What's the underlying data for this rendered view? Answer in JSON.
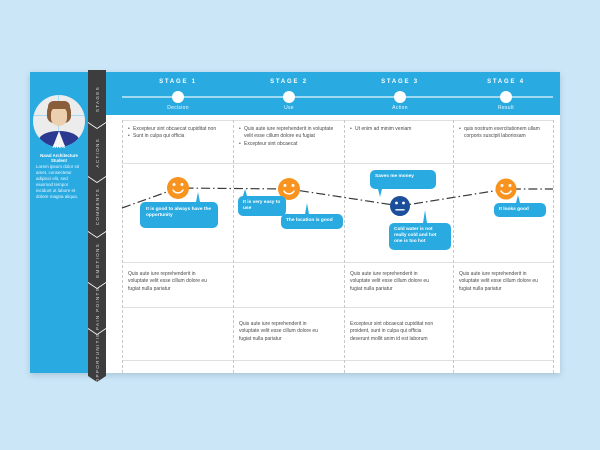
{
  "persona": {
    "name": "Alex",
    "role": "Naval Architecture Student",
    "bio": "Lorem ipsum dolor sit amet, consectetur adipisci elit, sed eiusmod tempor incidunt ut labore et dolore magna aliqua."
  },
  "ribbon": {
    "labels": [
      "STAGES",
      "ACTIONS",
      "COMMENTS",
      "EMOTIONS",
      "PAIN POINTS",
      "OPPORTUNITIES"
    ]
  },
  "stages": [
    {
      "label": "STAGE 1",
      "name": "Decision"
    },
    {
      "label": "STAGE 2",
      "name": "Use"
    },
    {
      "label": "STAGE 3",
      "name": "Action"
    },
    {
      "label": "STAGE 4",
      "name": "Result"
    }
  ],
  "actions": {
    "columns": [
      {
        "items": [
          "Excepteur sint obcaecat cupiditat non",
          "Sunt in culpa qui officia"
        ]
      },
      {
        "items": [
          "Quis aute iure reprehenderit in voluptate velit esse cillum dolore eu fugiat",
          "Excepteur sint obcaecat"
        ]
      },
      {
        "items": [
          "Ut enim ad minim veniam"
        ]
      },
      {
        "items": [
          "quis nostrum exercitationem ullam corporis suscipit laboriosam"
        ]
      }
    ]
  },
  "comments": {
    "bubbles": [
      "It is good to always have the opportunity",
      "It is very easy to use",
      "The location is good",
      "Saves me money",
      "Cold water is not really cold and hot one is too hot",
      "It looks good"
    ]
  },
  "emotions": {
    "sequence": [
      {
        "stage": "Decision",
        "mood": "happy"
      },
      {
        "stage": "Use",
        "mood": "happy"
      },
      {
        "stage": "Action",
        "mood": "unhappy"
      },
      {
        "stage": "Result",
        "mood": "happy"
      }
    ]
  },
  "pain_points": {
    "columns": [
      "Quis aute iure reprehenderit in voluptate velit esse cillum dolore eu fugiat nulla pariatur",
      "",
      "Quis aute iure reprehenderit in voluptate velit esse cillum dolore eu fugiat nulla pariatur",
      "Quis aute iure reprehenderit in voluptate velit esse cillum dolore eu fugiat nulla pariatur"
    ]
  },
  "opportunities": {
    "columns": [
      "",
      "Quis aute iure reprehenderit in voluptate velit esse cillum dolore eu fugiat nulla pariatur",
      "Excepteur sint obcaecat cupiditat non proident, sunt in culpa qui officia deserunt mollit anim id est laborum",
      ""
    ]
  },
  "colors": {
    "accent": "#29ABE2",
    "ribbon": "#3D3D3D",
    "happy": "#F7931E",
    "unhappy": "#1B4F9C",
    "background": "#CBE7F7"
  }
}
